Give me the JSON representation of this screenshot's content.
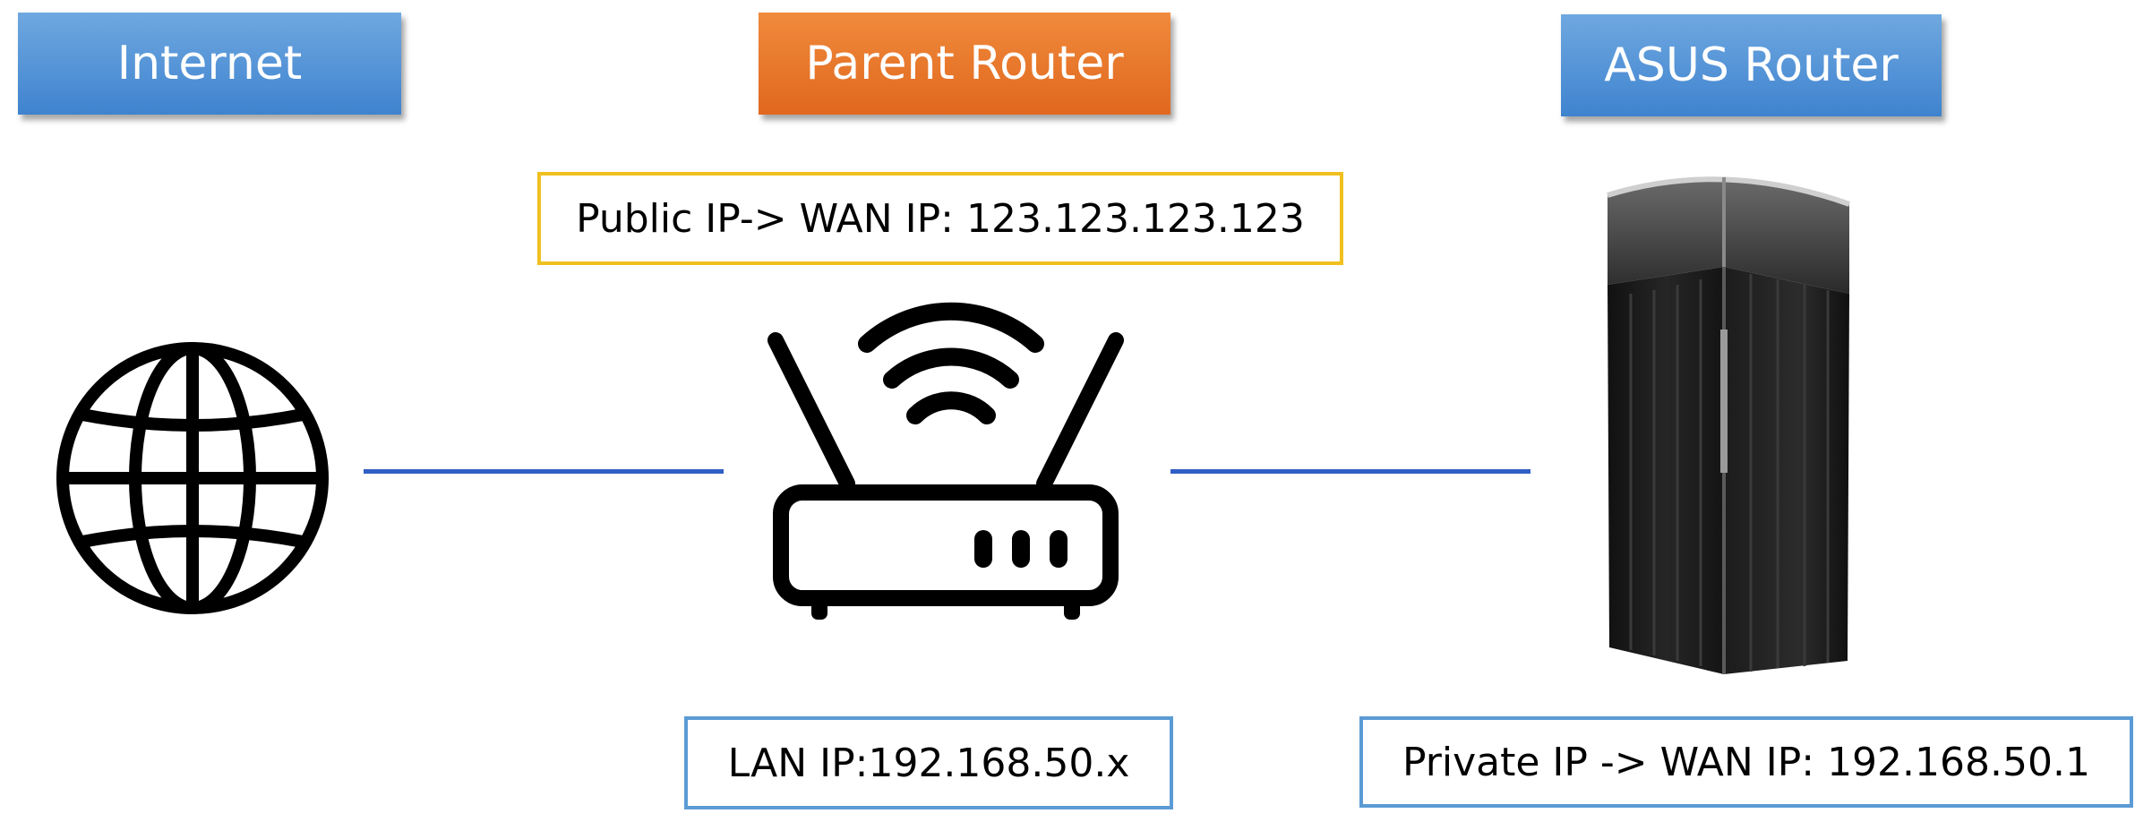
{
  "nodes": {
    "internet": {
      "label": "Internet",
      "color": "#4a8fd8"
    },
    "parent_router": {
      "label": "Parent Router",
      "color": "#e8742a"
    },
    "asus_router": {
      "label": "ASUS Router",
      "color": "#4a8fd8"
    }
  },
  "info": {
    "public_ip": "Public IP-> WAN IP: 123.123.123.123",
    "lan_ip": "LAN IP:192.168.50.x",
    "private_ip": "Private IP -> WAN IP: 192.168.50.1"
  },
  "icons": {
    "internet": "globe-icon",
    "parent_router": "wifi-router-icon",
    "asus_router": "asus-router-device-icon"
  },
  "colors": {
    "connector": "#2f5fc4",
    "public_ip_border": "#f0c020",
    "lan_border": "#5b9bd5"
  }
}
